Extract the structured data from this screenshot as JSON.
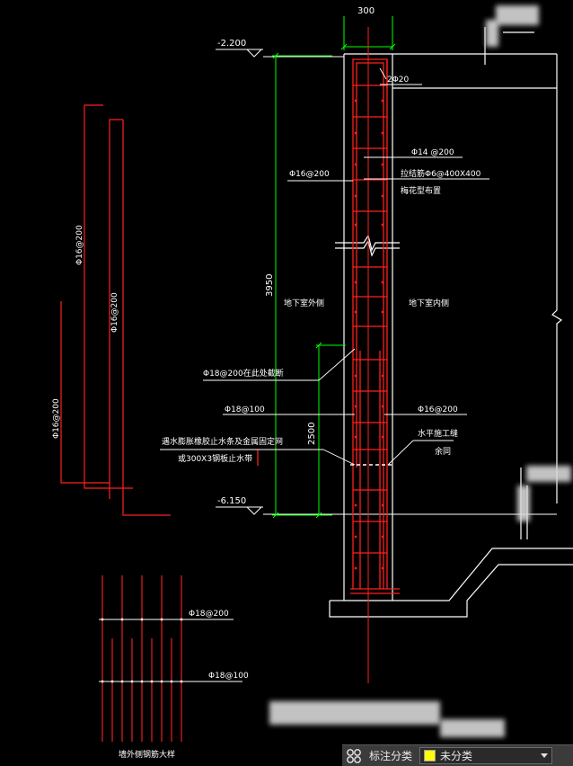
{
  "drawing": {
    "dim_width": "300",
    "top_level": "-2.200",
    "bottom_level": "-6.150",
    "dim_height_total": "3950",
    "dim_height_lower": "2500",
    "rebar_top": "2Φ20",
    "rebar_phi14": "Φ14 @200",
    "tie_bar": "拉结筋Φ6@400X400",
    "tie_layout": "梅花型布置",
    "rebar_phi16_left": "Φ16@200",
    "outer_side": "地下室外侧",
    "inner_side": "地下室内侧",
    "rebar_phi18_200": "Φ18@200在此处截断",
    "rebar_phi18_100": "Φ18@100",
    "rebar_phi16_right": "Φ16@200",
    "waterstop_note_1": "遇水膨胀橡胶止水条及金属固定网",
    "waterstop_note_2": "或300X3钢板止水带",
    "construction_joint_1": "水平施工缝",
    "construction_joint_2": "余同",
    "bar_label_1": "Φ16@200",
    "bar_label_2": "Φ16@200",
    "bar_label_3": "Φ16@200",
    "lap_label_top": "Φ18@200",
    "lap_label_bottom": "Φ18@100",
    "lap_caption": "墙外侧钢筋大样"
  },
  "status_bar": {
    "category_label": "标注分类",
    "category_value": "未分类",
    "swatch_color": "#ffff00"
  },
  "colors": {
    "background": "#000000",
    "wall_outline": "#ffffff",
    "rebar": "#ff2020",
    "dimension": "#00ff00"
  }
}
